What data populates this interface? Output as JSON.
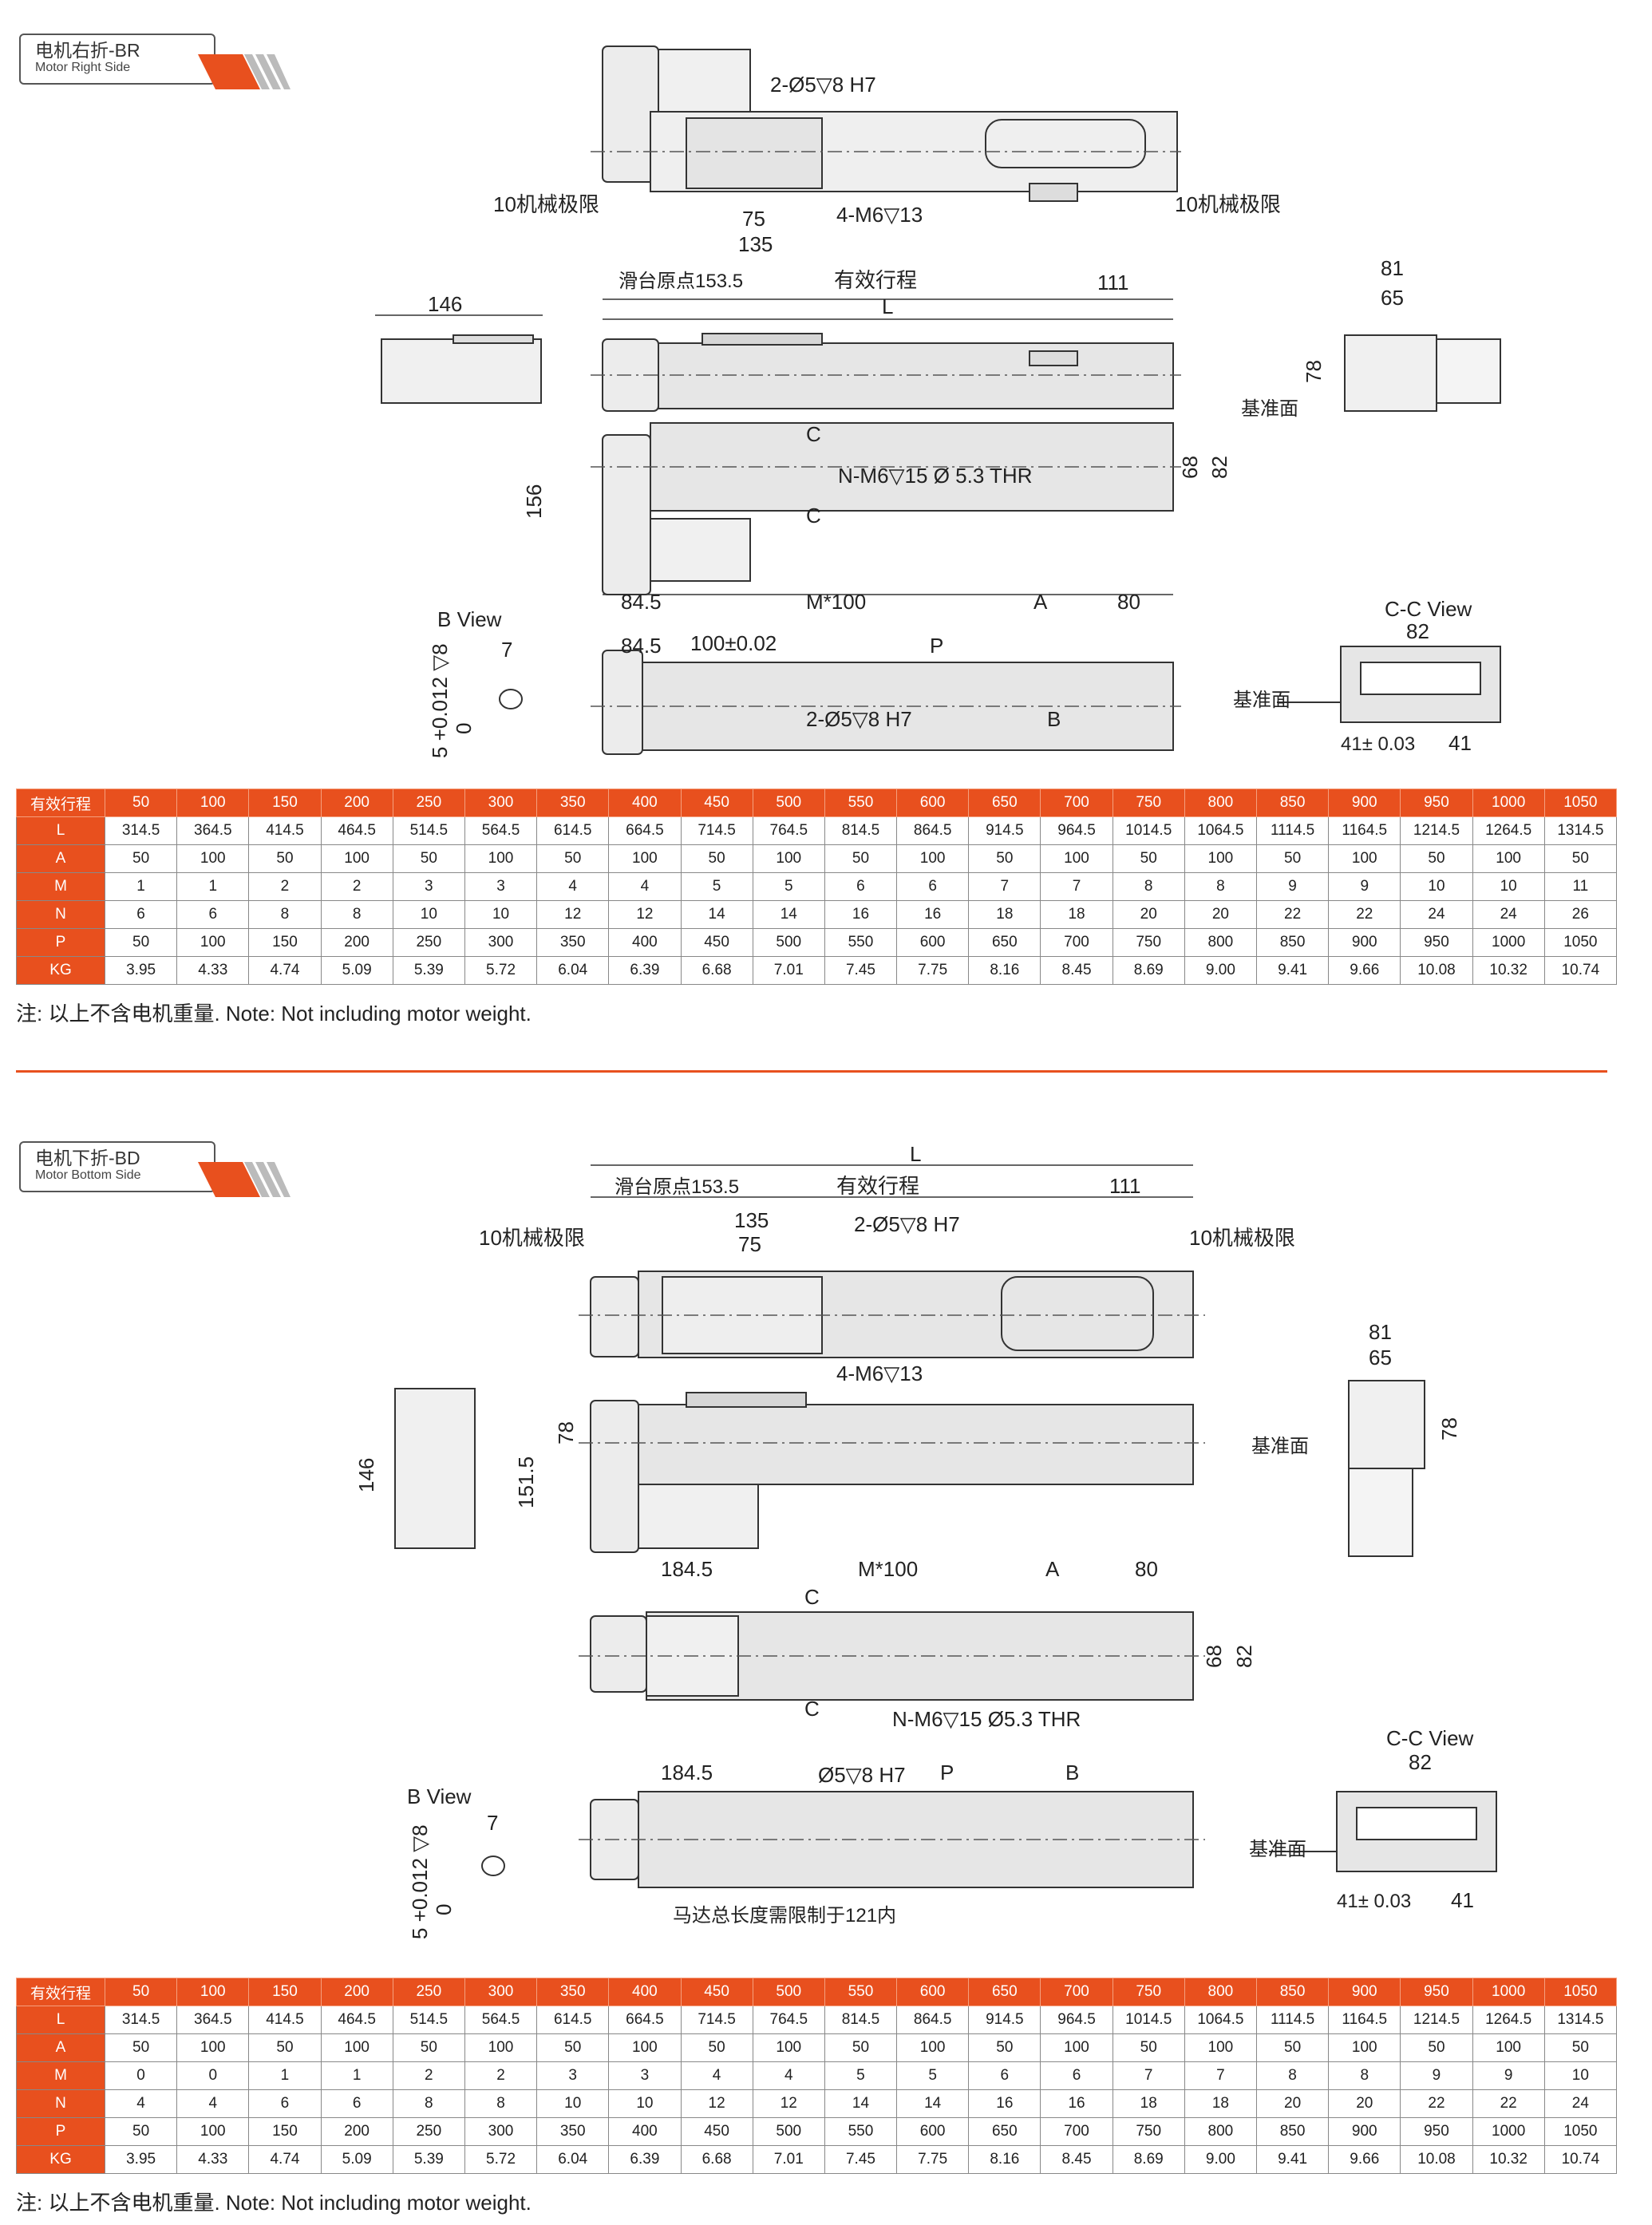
{
  "sections": [
    {
      "tag_cn": "电机右折-BR",
      "tag_en": "Motor Right Side",
      "labels": {
        "hole_spec": "2-Ø5▽8 H7",
        "mech_limit_left": "10机械极限",
        "mech_limit_right": "10机械极限",
        "dim_75": "75",
        "dim_135": "135",
        "thread_spec": "4-M6▽13",
        "origin": "滑台原点153.5",
        "stroke": "有效行程",
        "dim_111": "111",
        "dim_L": "L",
        "dim_146": "146",
        "dim_81": "81",
        "dim_65": "65",
        "dim_78": "78",
        "datum": "基准面",
        "dim_c": "C",
        "bottom_thread": "N-M6▽15 Ø 5.3 THR",
        "dim_68": "68",
        "dim_82": "82",
        "dim_156": "156",
        "dim_84_5": "84.5",
        "dim_m100": "M*100",
        "dim_A": "A",
        "dim_80": "80",
        "b_view": "B View",
        "dim_7": "7",
        "tol": "5 +0.012 ▽8",
        "tol_zero": "0",
        "dim_84_5b": "84.5",
        "dim_100": "100±0.02",
        "dim_P": "P",
        "hole_spec_b": "2-Ø5▽8 H7",
        "dim_B": "B",
        "cc_view": "C-C View",
        "dim_82b": "82",
        "datum_b": "基准面",
        "dim_41a": "41± 0.03",
        "dim_41b": "41"
      },
      "table": {
        "header": [
          "有效行程",
          "50",
          "100",
          "150",
          "200",
          "250",
          "300",
          "350",
          "400",
          "450",
          "500",
          "550",
          "600",
          "650",
          "700",
          "750",
          "800",
          "850",
          "900",
          "950",
          "1000",
          "1050"
        ],
        "rows": [
          [
            "L",
            "314.5",
            "364.5",
            "414.5",
            "464.5",
            "514.5",
            "564.5",
            "614.5",
            "664.5",
            "714.5",
            "764.5",
            "814.5",
            "864.5",
            "914.5",
            "964.5",
            "1014.5",
            "1064.5",
            "1114.5",
            "1164.5",
            "1214.5",
            "1264.5",
            "1314.5"
          ],
          [
            "A",
            "50",
            "100",
            "50",
            "100",
            "50",
            "100",
            "50",
            "100",
            "50",
            "100",
            "50",
            "100",
            "50",
            "100",
            "50",
            "100",
            "50",
            "100",
            "50",
            "100",
            "50"
          ],
          [
            "M",
            "1",
            "1",
            "2",
            "2",
            "3",
            "3",
            "4",
            "4",
            "5",
            "5",
            "6",
            "6",
            "7",
            "7",
            "8",
            "8",
            "9",
            "9",
            "10",
            "10",
            "11"
          ],
          [
            "N",
            "6",
            "6",
            "8",
            "8",
            "10",
            "10",
            "12",
            "12",
            "14",
            "14",
            "16",
            "16",
            "18",
            "18",
            "20",
            "20",
            "22",
            "22",
            "24",
            "24",
            "26"
          ],
          [
            "P",
            "50",
            "100",
            "150",
            "200",
            "250",
            "300",
            "350",
            "400",
            "450",
            "500",
            "550",
            "600",
            "650",
            "700",
            "750",
            "800",
            "850",
            "900",
            "950",
            "1000",
            "1050"
          ],
          [
            "KG",
            "3.95",
            "4.33",
            "4.74",
            "5.09",
            "5.39",
            "5.72",
            "6.04",
            "6.39",
            "6.68",
            "7.01",
            "7.45",
            "7.75",
            "8.16",
            "8.45",
            "8.69",
            "9.00",
            "9.41",
            "9.66",
            "10.08",
            "10.32",
            "10.74"
          ]
        ]
      },
      "note": "注: 以上不含电机重量. Note: Not including motor weight."
    },
    {
      "tag_cn": "电机下折-BD",
      "tag_en": "Motor Bottom Side",
      "labels": {
        "dim_L": "L",
        "origin": "滑台原点153.5",
        "stroke": "有效行程",
        "dim_111": "111",
        "dim_135": "135",
        "dim_75": "75",
        "hole_spec": "2-Ø5▽8 H7",
        "mech_limit_left": "10机械极限",
        "mech_limit_right": "10机械极限",
        "thread_spec": "4-M6▽13",
        "dim_81": "81",
        "dim_65": "65",
        "dim_78": "78",
        "dim_78b": "78",
        "datum": "基准面",
        "dim_146": "146",
        "dim_151_5": "151.5",
        "dim_184_5": "184.5",
        "dim_m100": "M*100",
        "dim_A": "A",
        "dim_80": "80",
        "dim_c": "C",
        "dim_68": "68",
        "dim_82": "82",
        "bottom_thread": "N-M6▽15 Ø5.3 THR",
        "b_view": "B View",
        "dim_7": "7",
        "tol": "5 +0.012 ▽8",
        "tol_zero": "0",
        "dim_184_5b": "184.5",
        "hole_spec_b": "Ø5▽8 H7",
        "dim_P": "P",
        "dim_B": "B",
        "motor_note": "马达总长度需限制于121内",
        "cc_view": "C-C View",
        "dim_82b": "82",
        "datum_b": "基准面",
        "dim_41a": "41± 0.03",
        "dim_41b": "41"
      },
      "table": {
        "header": [
          "有效行程",
          "50",
          "100",
          "150",
          "200",
          "250",
          "300",
          "350",
          "400",
          "450",
          "500",
          "550",
          "600",
          "650",
          "700",
          "750",
          "800",
          "850",
          "900",
          "950",
          "1000",
          "1050"
        ],
        "rows": [
          [
            "L",
            "314.5",
            "364.5",
            "414.5",
            "464.5",
            "514.5",
            "564.5",
            "614.5",
            "664.5",
            "714.5",
            "764.5",
            "814.5",
            "864.5",
            "914.5",
            "964.5",
            "1014.5",
            "1064.5",
            "1114.5",
            "1164.5",
            "1214.5",
            "1264.5",
            "1314.5"
          ],
          [
            "A",
            "50",
            "100",
            "50",
            "100",
            "50",
            "100",
            "50",
            "100",
            "50",
            "100",
            "50",
            "100",
            "50",
            "100",
            "50",
            "100",
            "50",
            "100",
            "50",
            "100",
            "50"
          ],
          [
            "M",
            "0",
            "0",
            "1",
            "1",
            "2",
            "2",
            "3",
            "3",
            "4",
            "4",
            "5",
            "5",
            "6",
            "6",
            "7",
            "7",
            "8",
            "8",
            "9",
            "9",
            "10"
          ],
          [
            "N",
            "4",
            "4",
            "6",
            "6",
            "8",
            "8",
            "10",
            "10",
            "12",
            "12",
            "14",
            "14",
            "16",
            "16",
            "18",
            "18",
            "20",
            "20",
            "22",
            "22",
            "24"
          ],
          [
            "P",
            "50",
            "100",
            "150",
            "200",
            "250",
            "300",
            "350",
            "400",
            "450",
            "500",
            "550",
            "600",
            "650",
            "700",
            "750",
            "800",
            "850",
            "900",
            "950",
            "1000",
            "1050"
          ],
          [
            "KG",
            "3.95",
            "4.33",
            "4.74",
            "5.09",
            "5.39",
            "5.72",
            "6.04",
            "6.39",
            "6.68",
            "7.01",
            "7.45",
            "7.75",
            "8.16",
            "8.45",
            "8.69",
            "9.00",
            "9.41",
            "9.66",
            "10.08",
            "10.32",
            "10.74"
          ]
        ]
      },
      "note": "注: 以上不含电机重量. Note: Not including motor weight."
    }
  ],
  "colors": {
    "accent": "#e8501e",
    "stripe": "#b9b9b9",
    "body_fill": "#e6e6e6",
    "line": "#333333"
  }
}
